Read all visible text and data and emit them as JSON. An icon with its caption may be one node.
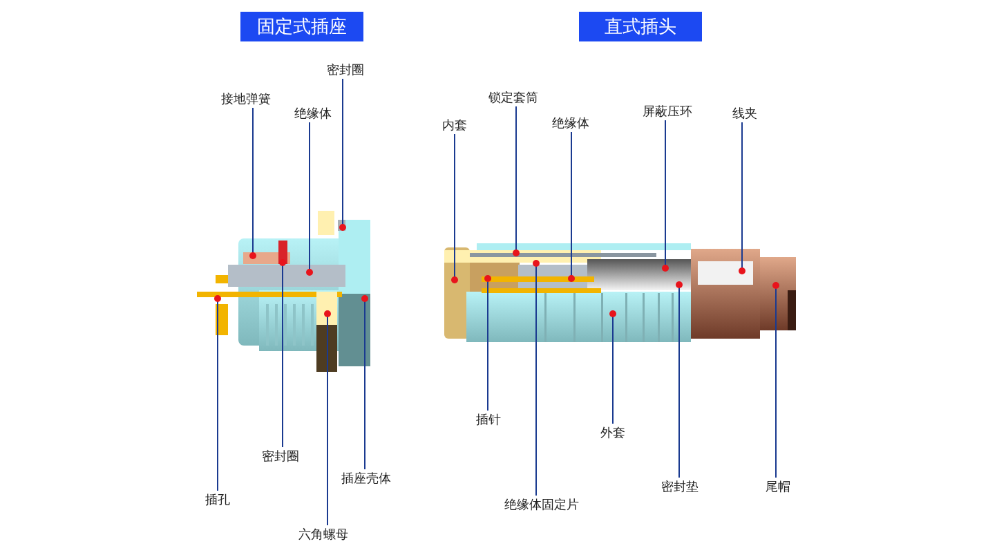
{
  "diagram": {
    "nodes": [
      {
        "text": [
          "固定式插座"
        ]
      },
      {
        "text": [
          "直式插头"
        ]
      },
      {
        "text": [
          "接地弹簧"
        ]
      },
      {
        "text": [
          "绝缘体"
        ]
      },
      {
        "text": [
          "密封圈"
        ]
      },
      {
        "text": [
          "插孔"
        ]
      },
      {
        "text": [
          "密封圈"
        ]
      },
      {
        "text": [
          "插座壳体"
        ]
      },
      {
        "text": [
          "六角螺母"
        ]
      },
      {
        "text": [
          "内套"
        ]
      },
      {
        "text": [
          "锁定套筒"
        ]
      },
      {
        "text": [
          "绝缘体"
        ]
      },
      {
        "text": [
          "屏蔽压环"
        ]
      },
      {
        "text": [
          "线夹"
        ]
      },
      {
        "text": [
          "插针"
        ]
      },
      {
        "text": [
          "外套"
        ]
      },
      {
        "text": [
          "绝缘体固定片"
        ]
      },
      {
        "text": [
          "密封垫"
        ]
      },
      {
        "text": [
          "尾帽"
        ]
      }
    ],
    "edges": [
      {
        "from": 2,
        "to": null,
        "arrow": "other"
      },
      {
        "from": 3,
        "to": null,
        "arrow": "other"
      },
      {
        "from": 4,
        "to": null,
        "arrow": "other"
      },
      {
        "from": 5,
        "to": null,
        "arrow": "other"
      },
      {
        "from": 6,
        "to": null,
        "arrow": "other"
      },
      {
        "from": 7,
        "to": null,
        "arrow": "other"
      },
      {
        "from": 8,
        "to": null,
        "arrow": "other"
      },
      {
        "from": 9,
        "to": null,
        "arrow": "other"
      },
      {
        "from": 10,
        "to": null,
        "arrow": "other"
      },
      {
        "from": 11,
        "to": null,
        "arrow": "other"
      },
      {
        "from": 12,
        "to": null,
        "arrow": "other"
      },
      {
        "from": 13,
        "to": null,
        "arrow": "other"
      },
      {
        "from": 14,
        "to": null,
        "arrow": "other"
      },
      {
        "from": 15,
        "to": null,
        "arrow": "other"
      },
      {
        "from": 16,
        "to": null,
        "arrow": "other"
      },
      {
        "from": 17,
        "to": null,
        "arrow": "other"
      },
      {
        "from": 18,
        "to": null,
        "arrow": "other"
      }
    ]
  }
}
